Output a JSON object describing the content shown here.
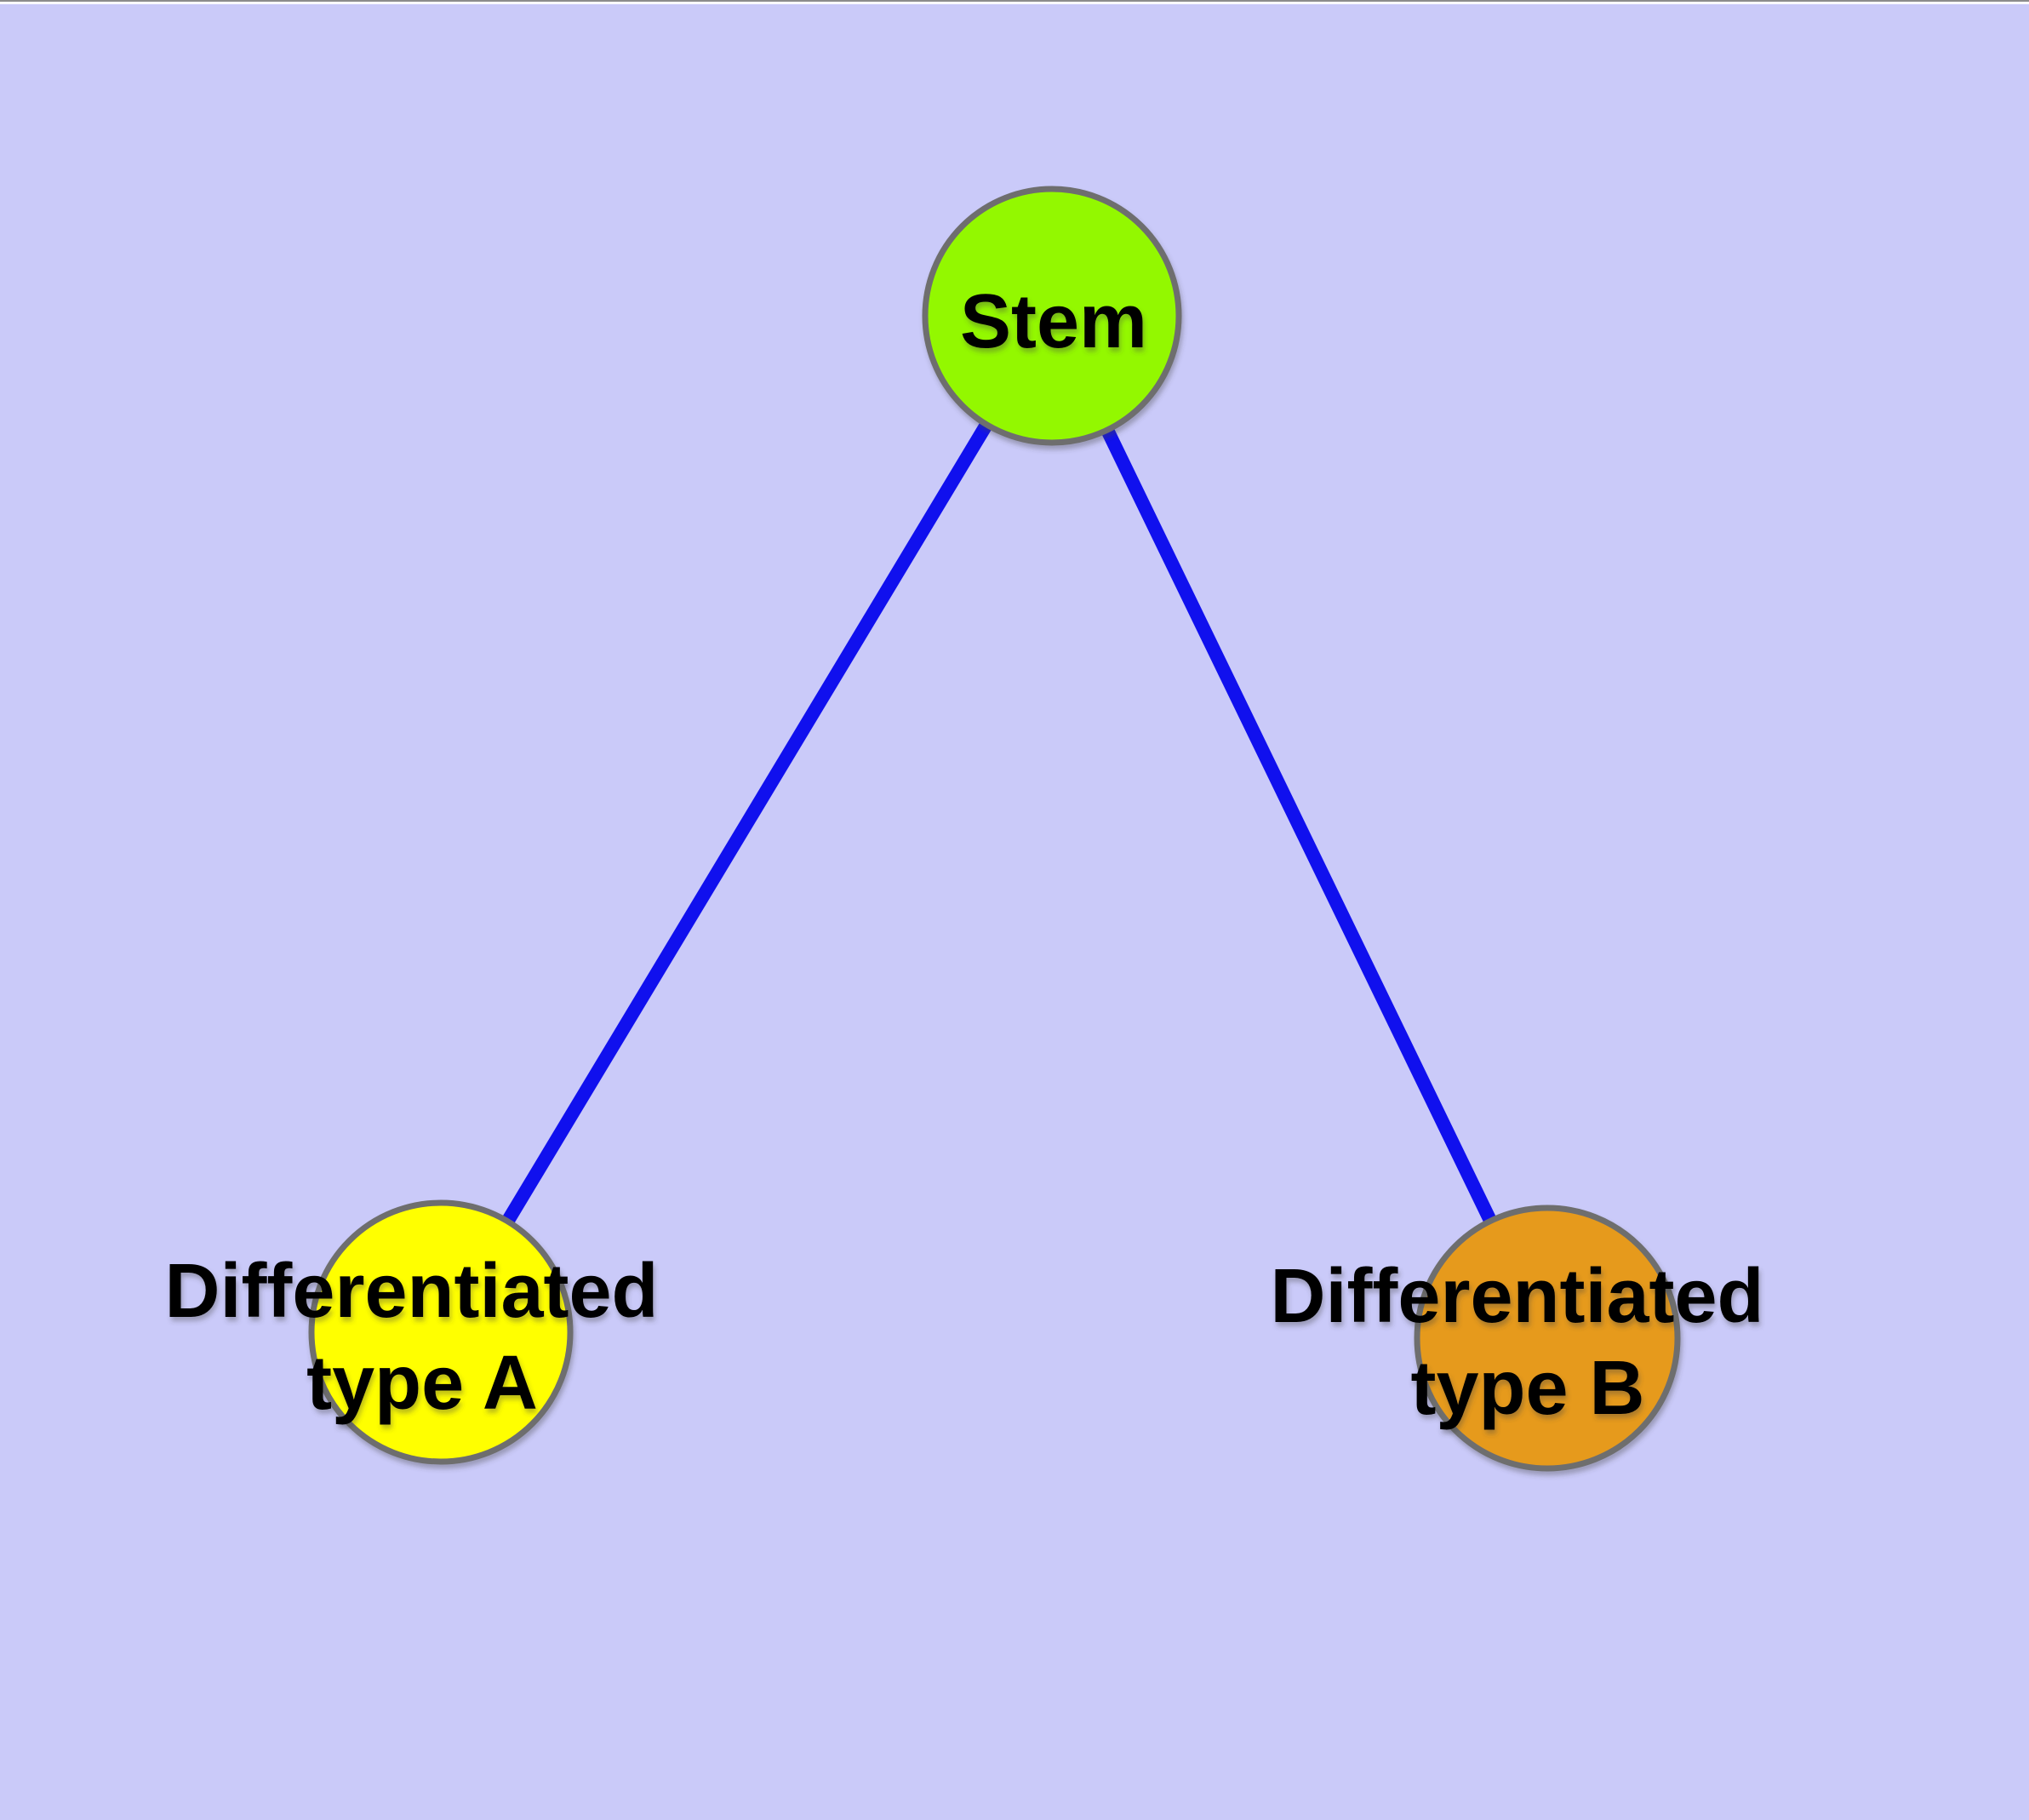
{
  "diagram": {
    "background_color": "#CACAF9",
    "edge_color": "#1010EE",
    "node_border_color": "#6E6E6E",
    "label_color": "#000000",
    "nodes": {
      "stem": {
        "label": "Stem",
        "fill": "#93F800"
      },
      "type_a": {
        "label_line1": "Differentiated",
        "label_line2": "type A",
        "fill": "#FFFF00"
      },
      "type_b": {
        "label_line1": "Differentiated",
        "label_line2": "type B",
        "fill": "#E69A1E"
      }
    },
    "edges": [
      {
        "from": "Stem",
        "to": "Differentiated type A"
      },
      {
        "from": "Stem",
        "to": "Differentiated type B"
      }
    ]
  }
}
